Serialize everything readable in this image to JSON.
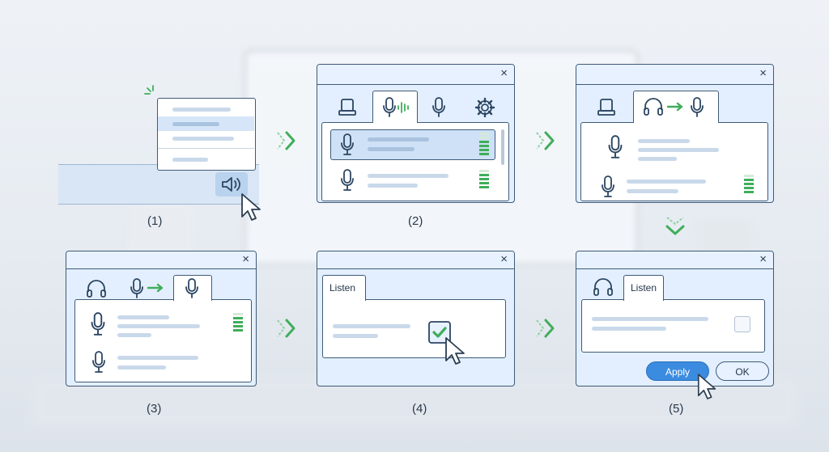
{
  "steps": [
    {
      "caption": "(1)"
    },
    {
      "caption": "(2)"
    },
    {
      "caption": "(3)"
    },
    {
      "caption": "(4)",
      "tab_label": "Listen"
    },
    {
      "caption": "(5)",
      "tab_label": "Listen",
      "apply_label": "Apply",
      "ok_label": "OK"
    }
  ],
  "close_glyph": "×",
  "colors": {
    "accent": "#3b8ce0",
    "green": "#3fae5a",
    "outline": "#3f5a78",
    "window": "#e3efff"
  },
  "icons": [
    "speaker-icon",
    "microphone-icon",
    "headphones-icon",
    "gear-icon",
    "playback-device-icon",
    "recording-waveform-icon",
    "checkbox-checked-icon",
    "cursor-icon",
    "flow-arrow-icon"
  ]
}
